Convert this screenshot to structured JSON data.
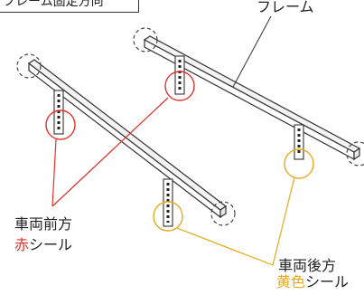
{
  "header": {
    "text": "フレーム固定方向"
  },
  "labels": {
    "frame": "フレーム",
    "front_title": "車両前方",
    "front_color": "赤",
    "front_suffix": "シール",
    "rear_title": "車両後方",
    "rear_color": "黄色",
    "rear_suffix": "シール"
  },
  "colors": {
    "line": "#333333",
    "front_seal": "#e0312b",
    "rear_seal": "#e6a91a",
    "bolt_circle": "#444444"
  }
}
